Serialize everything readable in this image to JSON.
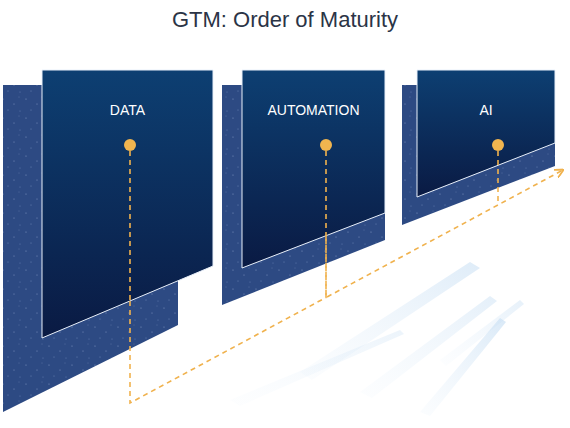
{
  "diagram": {
    "title": "GTM: Order of Maturity",
    "nodes": [
      {
        "text": [
          "DATA"
        ]
      },
      {
        "text": [
          "AUTOMATION"
        ]
      },
      {
        "text": [
          "AI"
        ]
      }
    ],
    "edges": [
      {
        "from": 0,
        "to": 1,
        "arrow": "none"
      },
      {
        "from": 1,
        "to": 2,
        "arrow": "to"
      }
    ]
  }
}
